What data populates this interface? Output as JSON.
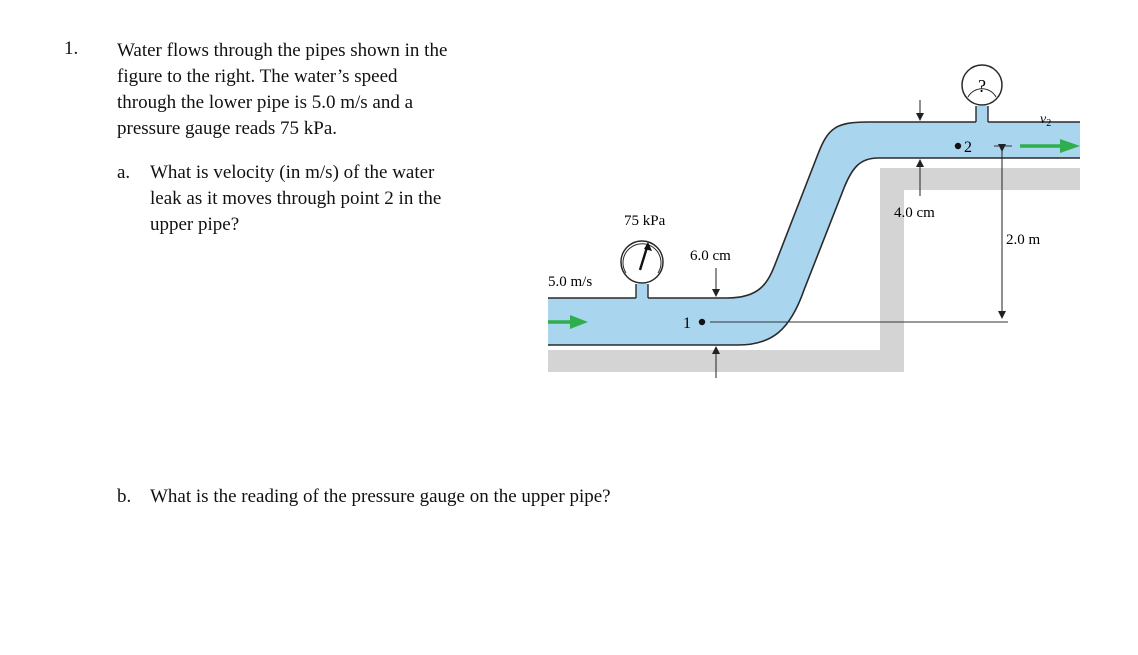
{
  "problem": {
    "number": "1.",
    "intro_lines": [
      "Water flows through the pipes shown in the",
      "figure to the right.  The water’s speed",
      "through the lower pipe is 5.0 m/s and a",
      "pressure gauge reads 75 kPa."
    ],
    "part_a": {
      "label": "a.",
      "lines": [
        "What is velocity (in m/s) of the water",
        "leak as it moves through point 2 in the",
        "upper pipe?"
      ]
    },
    "part_b": {
      "label": "b.",
      "lines": [
        "What is the reading of the pressure gauge on the upper pipe?"
      ]
    }
  },
  "figure": {
    "lower_gauge_reading": "75 kPa",
    "upper_gauge_reading": "?",
    "lower_speed": "5.0 m/s",
    "lower_diameter": "6.0 cm",
    "upper_diameter": "4.0 cm",
    "height_difference": "2.0 m",
    "point_1_label": "1",
    "point_2_label": "2",
    "upper_speed_label": "v",
    "upper_speed_subscript": "2",
    "colors": {
      "water": "#a9d5ee",
      "pipe_outline": "#2a2a2a",
      "ground": "#d4d4d4",
      "flow_arrow": "#2fae4e"
    }
  }
}
